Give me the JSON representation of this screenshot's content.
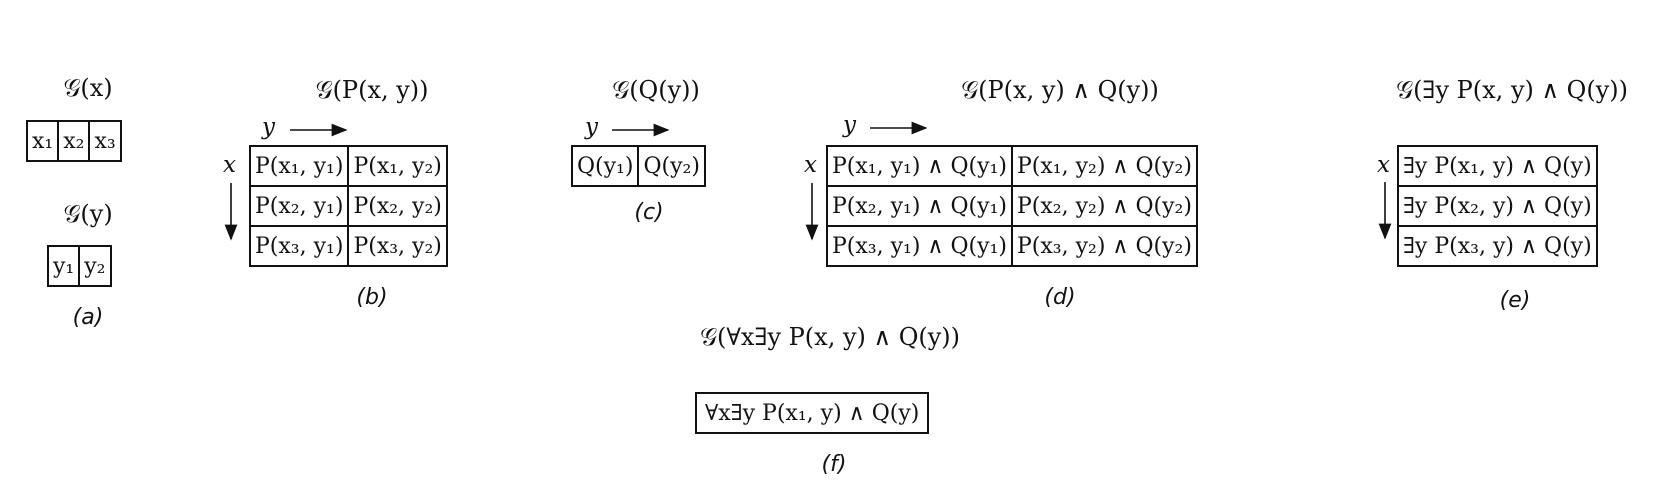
{
  "panel_a": {
    "title_x": "𝒢(x)",
    "cells_x": [
      "x₁",
      "x₂",
      "x₃"
    ],
    "title_y": "𝒢(y)",
    "cells_y": [
      "y₁",
      "y₂"
    ],
    "caption": "(a)"
  },
  "panel_b": {
    "title": "𝒢(P(x, y))",
    "axis_col": "y",
    "axis_row": "x",
    "rows": [
      [
        "P(x₁, y₁)",
        "P(x₁, y₂)"
      ],
      [
        "P(x₂, y₁)",
        "P(x₂, y₂)"
      ],
      [
        "P(x₃, y₁)",
        "P(x₃, y₂)"
      ]
    ],
    "caption": "(b)"
  },
  "panel_c": {
    "title": "𝒢(Q(y))",
    "axis_col": "y",
    "cells": [
      "Q(y₁)",
      "Q(y₂)"
    ],
    "caption": "(c)"
  },
  "panel_d": {
    "title": "𝒢(P(x, y) ∧ Q(y))",
    "axis_col": "y",
    "axis_row": "x",
    "rows": [
      [
        "P(x₁, y₁) ∧ Q(y₁)",
        "P(x₁, y₂) ∧ Q(y₂)"
      ],
      [
        "P(x₂, y₁) ∧ Q(y₁)",
        "P(x₂, y₂) ∧ Q(y₂)"
      ],
      [
        "P(x₃, y₁) ∧ Q(y₁)",
        "P(x₃, y₂) ∧ Q(y₂)"
      ]
    ],
    "caption": "(d)"
  },
  "panel_e": {
    "title": "𝒢(∃y P(x, y) ∧ Q(y))",
    "axis_row": "x",
    "rows": [
      "∃y P(x₁, y) ∧ Q(y)",
      "∃y P(x₂, y) ∧ Q(y)",
      "∃y P(x₃, y) ∧ Q(y)"
    ],
    "caption": "(e)"
  },
  "panel_f": {
    "title": "𝒢(∀x∃y P(x, y) ∧ Q(y))",
    "cell": "∀x∃y P(x₁, y) ∧ Q(y)",
    "caption": "(f)"
  }
}
